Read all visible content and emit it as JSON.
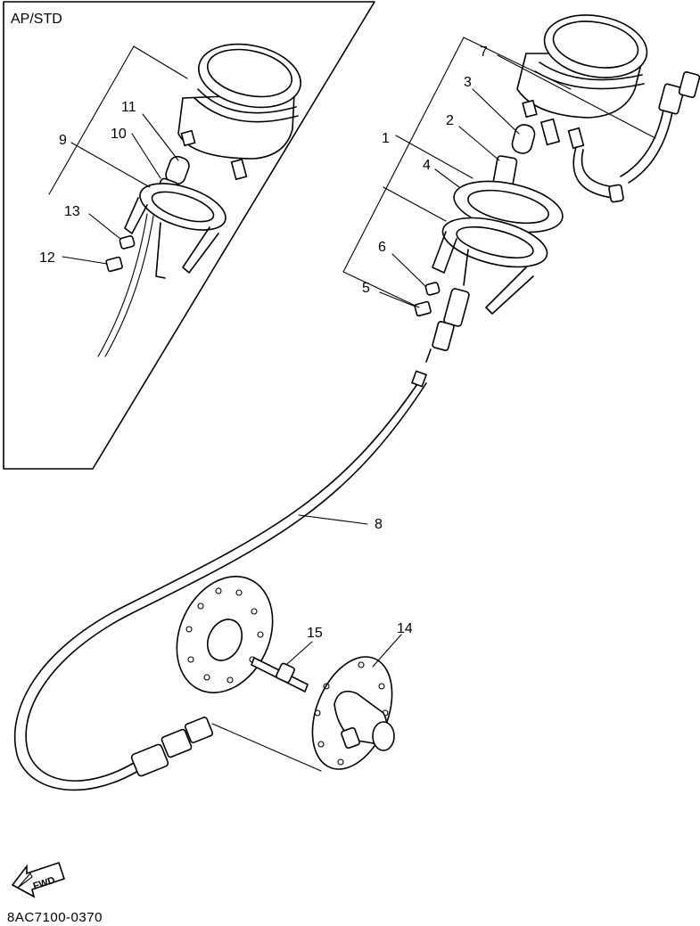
{
  "inset_label": "AP/STD",
  "fwd_label": "FWD",
  "figure_code": "8AC7100-0370",
  "callouts": [
    {
      "id": "c1",
      "text": "1"
    },
    {
      "id": "c2",
      "text": "2"
    },
    {
      "id": "c3",
      "text": "3"
    },
    {
      "id": "c4",
      "text": "4"
    },
    {
      "id": "c5",
      "text": "5"
    },
    {
      "id": "c6",
      "text": "6"
    },
    {
      "id": "c7",
      "text": "7"
    },
    {
      "id": "c8",
      "text": "8"
    },
    {
      "id": "c9",
      "text": "9"
    },
    {
      "id": "c10",
      "text": "10"
    },
    {
      "id": "c11",
      "text": "11"
    },
    {
      "id": "c12",
      "text": "12"
    },
    {
      "id": "c13",
      "text": "13"
    },
    {
      "id": "c14",
      "text": "14"
    },
    {
      "id": "c15",
      "text": "15"
    }
  ]
}
